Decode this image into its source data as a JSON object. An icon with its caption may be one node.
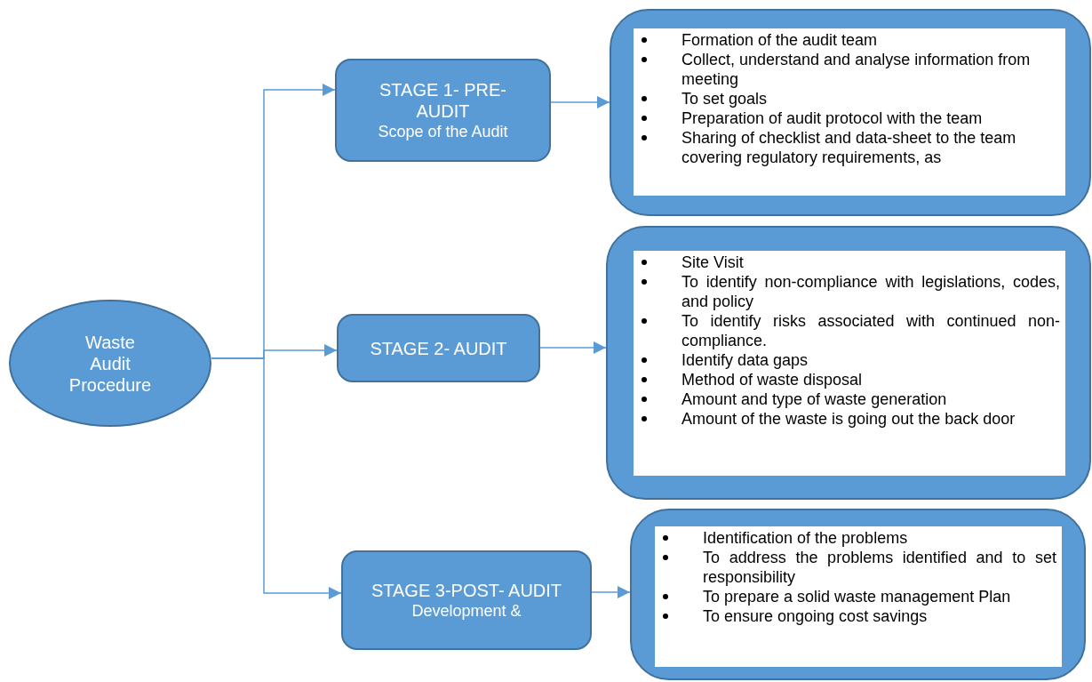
{
  "diagram": {
    "nodes": [
      {
        "text": [
          "Waste Audit Procedure"
        ]
      },
      {
        "text": [
          "STAGE 1- PRE- AUDIT",
          "Scope of the Audit"
        ]
      },
      {
        "text": [
          "STAGE 2- AUDIT"
        ]
      },
      {
        "text": [
          "STAGE 3-POST- AUDIT",
          "Development &"
        ]
      },
      {
        "text": [
          "Formation of the audit team",
          "Collect, understand and analyse information from meeting",
          "To set goals",
          "Preparation of audit protocol with the team",
          "Sharing of checklist and data-sheet to the team covering regulatory requirements, as"
        ]
      },
      {
        "text": [
          "Site Visit",
          "To identify non-compliance with legislations, codes, and policy",
          "To identify risks associated with continued non-compliance.",
          "Identify data gaps",
          "Method of waste disposal",
          "Amount and type of waste generation",
          "Amount of the waste  is going out the back door"
        ]
      },
      {
        "text": [
          "Identification of the problems",
          "To address the problems identified and to set responsibility",
          "To prepare a solid waste management Plan",
          "To ensure ongoing cost savings"
        ]
      }
    ],
    "edges": [
      {
        "from": 0,
        "to": 1,
        "arrow": "to"
      },
      {
        "from": 0,
        "to": 2,
        "arrow": "to"
      },
      {
        "from": 0,
        "to": 3,
        "arrow": "to"
      },
      {
        "from": 1,
        "to": 4,
        "arrow": "to"
      },
      {
        "from": 2,
        "to": 5,
        "arrow": "to"
      },
      {
        "from": 3,
        "to": 6,
        "arrow": "to"
      }
    ]
  }
}
